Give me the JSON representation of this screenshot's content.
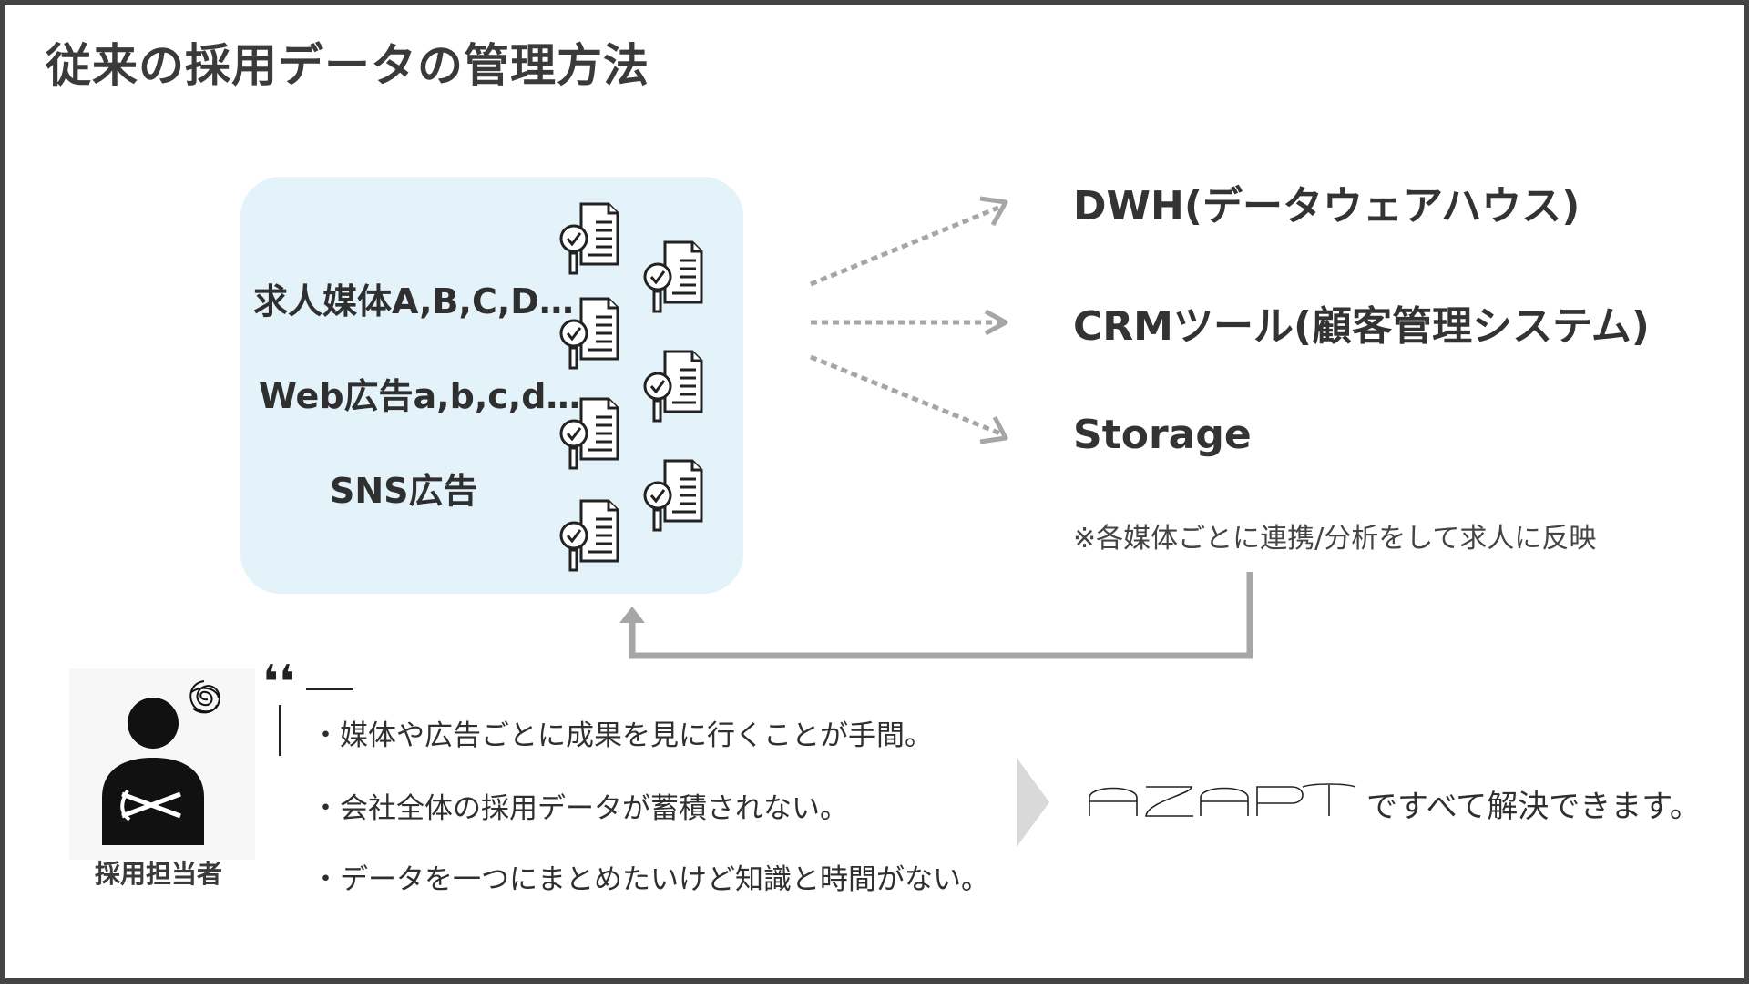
{
  "title": "従来の採用データの管理方法",
  "sources": [
    "求人媒体A,B,C,D…",
    "Web広告a,b,c,d…",
    "SNS広告"
  ],
  "destinations": [
    "DWH(データウェアハウス)",
    "CRMツール(顧客管理システム)",
    "Storage"
  ],
  "note": "※各媒体ごとに連携/分析をして求人に反映",
  "person": {
    "caption": "採用担当者",
    "icon": "person-arms-crossed-icon",
    "thought_icon": "tangled-thought-icon"
  },
  "quote_mark": "❛❛",
  "issues": [
    "・媒体や広告ごとに成果を見に行くことが手間。",
    "・会社全体の採用データが蓄積されない。",
    "・データを一つにまとめたいけど知識と時間がない。"
  ],
  "brand_logo_text": "AZAPT",
  "resolution": "ですべて解決できます。",
  "colors": {
    "box_bg": "#e4f2f9",
    "arrow": "#a6a6a6",
    "text": "#333333",
    "border": "#444444"
  }
}
